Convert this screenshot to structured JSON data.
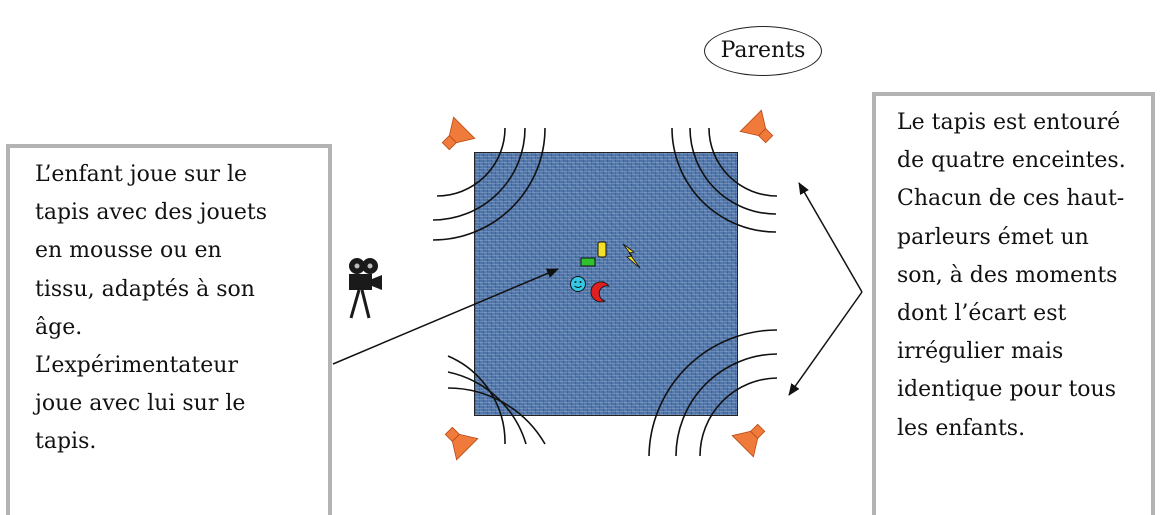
{
  "parents_label": "Parents",
  "left_text": [
    "L’enfant joue sur le",
    "tapis avec des jouets",
    "en mousse ou en",
    "tissu, adaptés à son",
    "âge.",
    "L’expérimentateur",
    "joue avec lui sur le",
    "tapis."
  ],
  "right_text": [
    "Le tapis est entouré",
    "de quatre enceintes.",
    "Chacun de ces haut-",
    "parleurs émet un",
    "son, à des moments",
    "dont l’écart est",
    "irrégulier mais",
    "identique pour tous",
    "les enfants."
  ],
  "icons": {
    "speaker": "speaker-icon",
    "camera": "video-camera-icon",
    "toys": "toys-icon"
  },
  "colors": {
    "speaker": "#f07a3a",
    "mat": "#4f74a8",
    "border": "#b3b3b3"
  }
}
